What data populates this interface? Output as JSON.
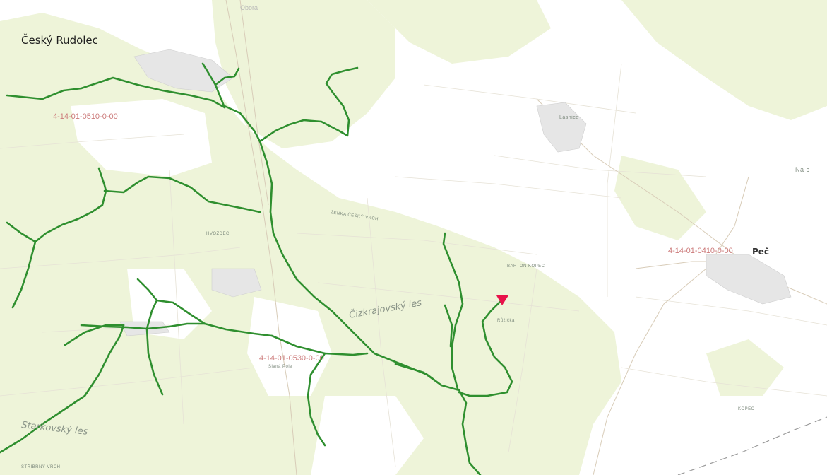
{
  "top_strip_text": "",
  "places": {
    "cesky_rudolec": "Český Rudolec",
    "pec": "Peč",
    "na_c": "Na c",
    "lasnice": "Lásnice"
  },
  "basin_codes": {
    "code_0510": "4-14-01-0510-0-00",
    "code_0410": "4-14-01-0410-0-00",
    "code_0530": "4-14-01-0530-0-00"
  },
  "forests": {
    "cizkrajovsky_les": "Čizkrajovský les",
    "starkovsky_les": "Starkovský les"
  },
  "small_labels": {
    "zenka_cesky_vrch": "ŽENKA ČESKÝ VRCH",
    "hvozdec": "HVOZDEC",
    "barton_kopec": "BARTON KOPEC",
    "slava_pole": "Slaná Pole",
    "ruzicka": "Růžička",
    "vrchy": "STŘIBRNÝ VRCH",
    "kopec": "KOPEC",
    "obora": "Obora"
  },
  "colors": {
    "stream": "#2f8f2f",
    "forest": "#eef4d9",
    "basin_code": "#cc7a7a",
    "marker": "#e8124a"
  },
  "icons": {
    "outlet_marker": "red-triangle-marker-icon"
  }
}
